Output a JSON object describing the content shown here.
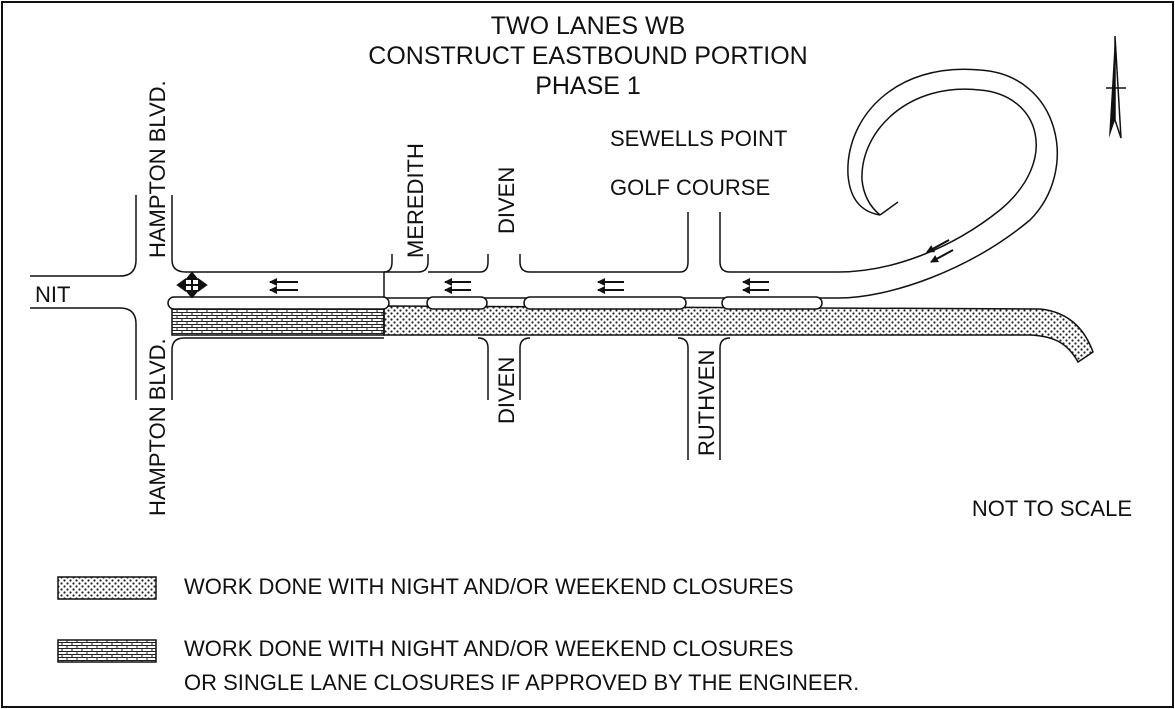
{
  "title": {
    "line1": "TWO LANES WB",
    "line2": "CONSTRUCT EASTBOUND PORTION",
    "line3": "PHASE 1"
  },
  "landmark": {
    "line1": "SEWELLS  POINT",
    "line2": "GOLF COURSE"
  },
  "streets": {
    "nit": "NIT",
    "hampton_north": "HAMPTON BLVD.",
    "hampton_south": "HAMPTON BLVD.",
    "meredith": "MEREDITH",
    "diven_north": "DIVEN",
    "diven_south": "DIVEN",
    "ruthven": "RUTHVEN"
  },
  "scale_note": "NOT TO SCALE",
  "legend": {
    "night_weekend": "WORK DONE WITH NIGHT AND/OR WEEKEND CLOSURES",
    "single_lane_line1": "WORK DONE WITH NIGHT AND/OR WEEKEND CLOSURES",
    "single_lane_line2": "OR SINGLE LANE CLOSURES IF APPROVED BY THE ENGINEER."
  },
  "icons": {
    "north_arrow": "north-arrow-icon",
    "traffic_arrow": "double-arrow-westbound-icon",
    "two_way_arrow": "two-way-arrow-icon"
  }
}
